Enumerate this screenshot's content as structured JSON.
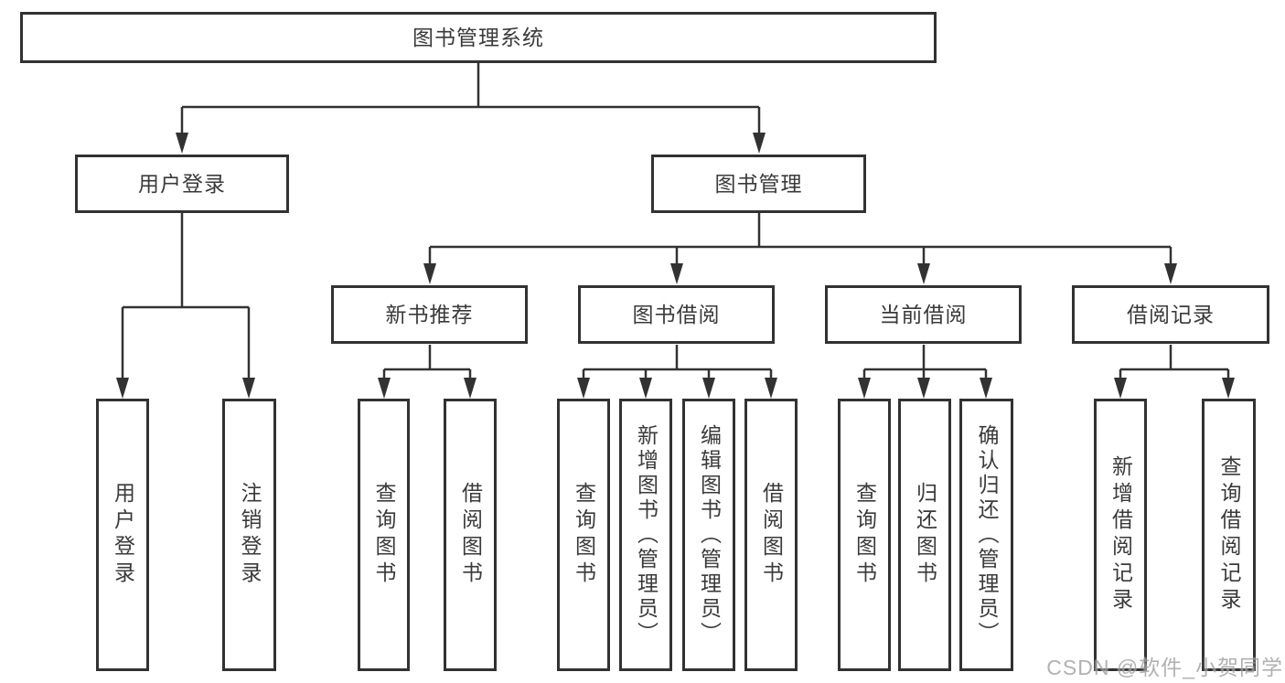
{
  "diagram": {
    "title": "图书管理系统",
    "nodes": {
      "root": "图书管理系统",
      "user_login": "用户登录",
      "book_management": "图书管理",
      "new_book_recommend": "新书推荐",
      "book_borrow": "图书借阅",
      "current_borrow": "当前借阅",
      "borrow_record": "借阅记录",
      "leaf_user_login": "用户登录",
      "leaf_logout_login": "注销登录",
      "leaf_query_book_recommend": "查询图书",
      "leaf_borrow_book_recommend": "借阅图书",
      "leaf_query_book_borrow": "查询图书",
      "leaf_add_book_admin": "新增图书（管理员）",
      "leaf_edit_book_admin": "编辑图书（管理员）",
      "leaf_borrow_book_borrow": "借阅图书",
      "leaf_query_book_current": "查询图书",
      "leaf_return_book": "归还图书",
      "leaf_confirm_return_admin": "确认归还（管理员）",
      "leaf_add_borrow_record": "新增借阅记录",
      "leaf_query_borrow_record": "查询借阅记录"
    },
    "edges": [
      [
        "图书管理系统",
        "用户登录"
      ],
      [
        "图书管理系统",
        "图书管理"
      ],
      [
        "用户登录",
        "用户登录"
      ],
      [
        "用户登录",
        "注销登录"
      ],
      [
        "图书管理",
        "新书推荐"
      ],
      [
        "图书管理",
        "图书借阅"
      ],
      [
        "图书管理",
        "当前借阅"
      ],
      [
        "图书管理",
        "借阅记录"
      ],
      [
        "新书推荐",
        "查询图书"
      ],
      [
        "新书推荐",
        "借阅图书"
      ],
      [
        "图书借阅",
        "查询图书"
      ],
      [
        "图书借阅",
        "新增图书（管理员）"
      ],
      [
        "图书借阅",
        "编辑图书（管理员）"
      ],
      [
        "图书借阅",
        "借阅图书"
      ],
      [
        "当前借阅",
        "查询图书"
      ],
      [
        "当前借阅",
        "归还图书"
      ],
      [
        "当前借阅",
        "确认归还（管理员）"
      ],
      [
        "借阅记录",
        "新增借阅记录"
      ],
      [
        "借阅记录",
        "查询借阅记录"
      ]
    ]
  },
  "watermark": "CSDN @软件_小贺同学",
  "colors": {
    "line": "#323232",
    "box_border": "#323232",
    "box_background": "#ffffff",
    "text": "#3a3a3a",
    "page_background": "#ffffff",
    "watermark": "#9e9e9e"
  }
}
